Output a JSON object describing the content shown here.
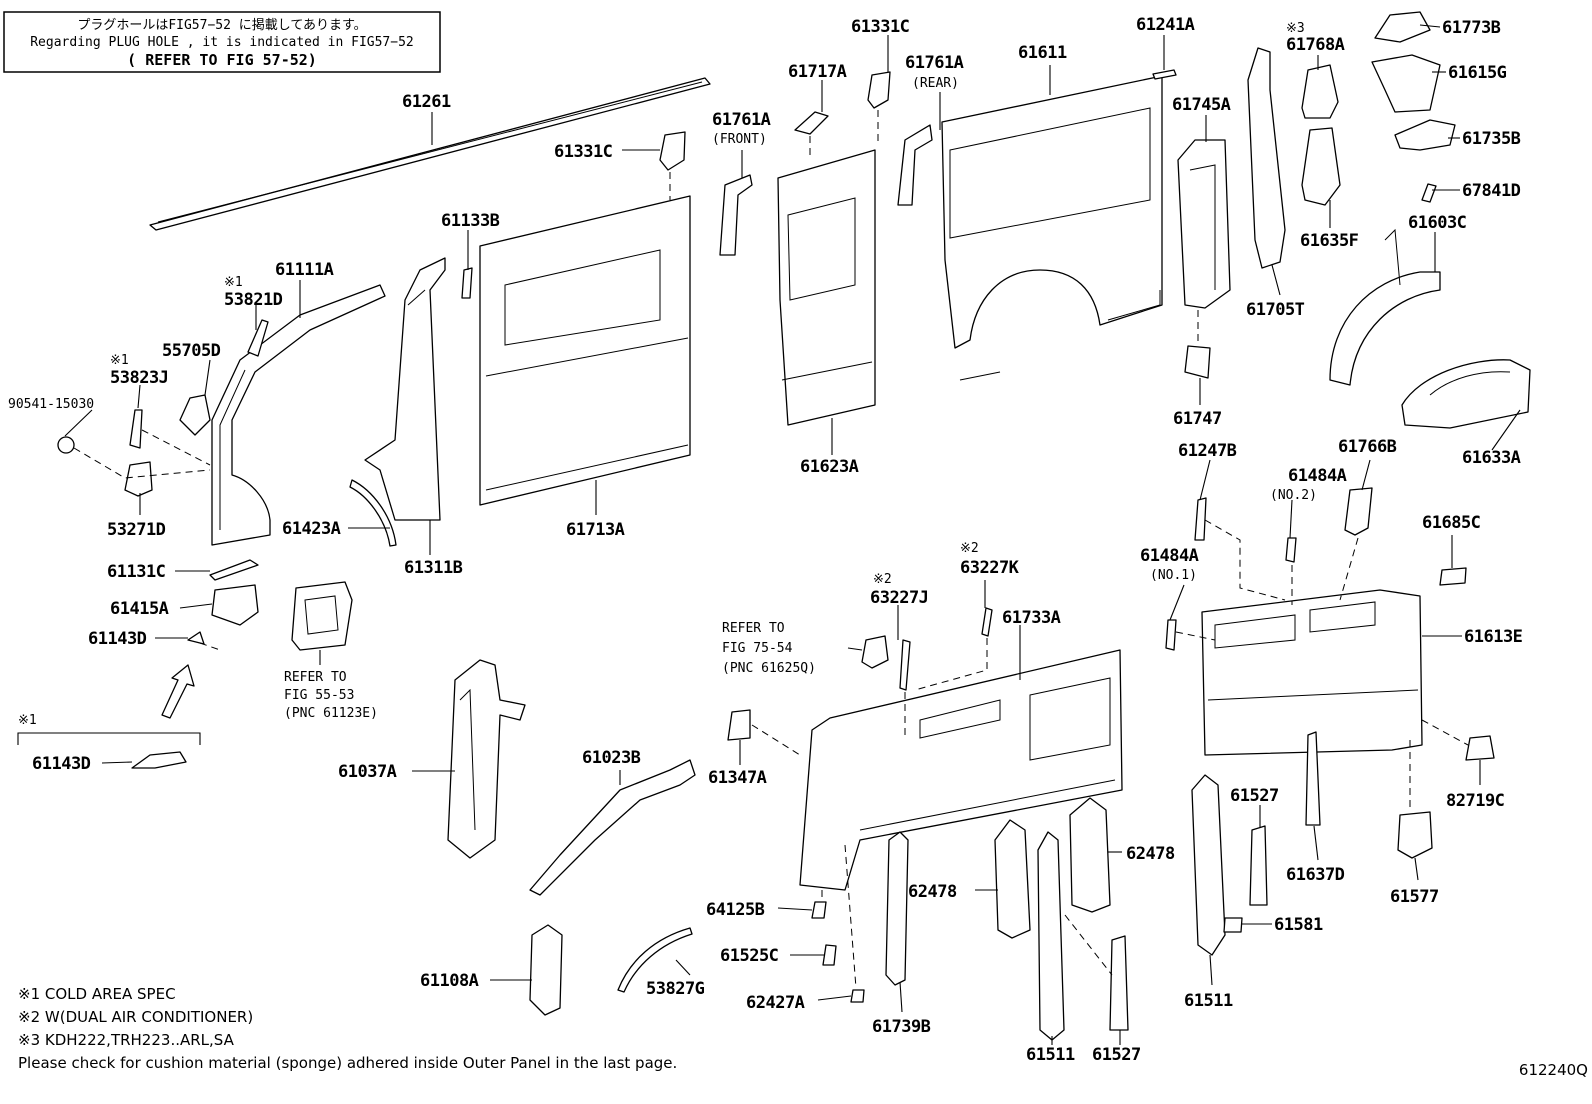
{
  "header_note": {
    "line_jp": "プラグホールはFIG57−52 に掲載してあります。",
    "line_en": "Regarding PLUG HOLE , it is indicated in FIG57−52",
    "line_ref": "( REFER TO FIG 57-52)"
  },
  "labels": {
    "p61261": "61261",
    "p61331c_a": "61331C",
    "p61331c_b": "61331C",
    "p61717a": "61717A",
    "p61761a_front": "61761A",
    "front": "(FRONT)",
    "p61761a_rear": "61761A",
    "rear": "(REAR)",
    "p61611": "61611",
    "p61241a": "61241A",
    "p61745a": "61745A",
    "p61768a": "61768A",
    "mark3_61768a": "※3",
    "p61773b": "61773B",
    "p61615g": "61615G",
    "p61735b": "61735B",
    "p67841d": "67841D",
    "p61635f": "61635F",
    "p61603c": "61603C",
    "p61705t": "61705T",
    "p61633a": "61633A",
    "p61747": "61747",
    "p61133b": "61133B",
    "p61111a": "61111A",
    "mark1_53821d": "※1",
    "p53821d": "53821D",
    "p55705d": "55705D",
    "mark1_53823j": "※1",
    "p53823j": "53823J",
    "p90541": "90541-15030",
    "p53271d": "53271D",
    "p61423a": "61423A",
    "p61311b": "61311B",
    "p61713a": "61713A",
    "p61623a": "61623A",
    "p61131c": "61131C",
    "p61415a": "61415A",
    "p61143d_a": "61143D",
    "ref_55_1": "REFER TO",
    "ref_55_2": "FIG 55-53",
    "ref_55_3": "(PNC 61123E)",
    "mark1_bracket": "※1",
    "p61143d_b": "61143D",
    "p61037a": "61037A",
    "p61023b": "61023B",
    "p61108a": "61108A",
    "p53827g": "53827G",
    "ref_75_1": "REFER TO",
    "ref_75_2": "FIG 75-54",
    "ref_75_3": "(PNC 61625Q)",
    "mark2_63227j": "※2",
    "p63227j": "63227J",
    "mark2_63227k": "※2",
    "p63227k": "63227K",
    "p61733a": "61733A",
    "p61347a": "61347A",
    "p64125b": "64125B",
    "p61525c": "61525C",
    "p62427a": "62427A",
    "p61739b": "61739B",
    "p62478_a": "62478",
    "p62478_b": "62478",
    "p61511_a": "61511",
    "p61527_a": "61527",
    "p61247b": "61247B",
    "p61484a_no2": "61484A",
    "no2": "(NO.2)",
    "p61766b": "61766B",
    "p61685c": "61685C",
    "p61484a_no1": "61484A",
    "no1": "(NO.1)",
    "p61613e": "61613E",
    "p82719c": "82719C",
    "p61527_b": "61527",
    "p61637d": "61637D",
    "p61577": "61577",
    "p61581": "61581",
    "p61511_b": "61511"
  },
  "footnotes": {
    "n1": "※1 COLD AREA SPEC",
    "n2": "※2 W(DUAL AIR CONDITIONER)",
    "n3": "※3 KDH222,TRH223..ARL,SA",
    "n4": "Please check for cushion material (sponge) adhered inside Outer Panel in the last page."
  },
  "figure_id": "612240Q"
}
